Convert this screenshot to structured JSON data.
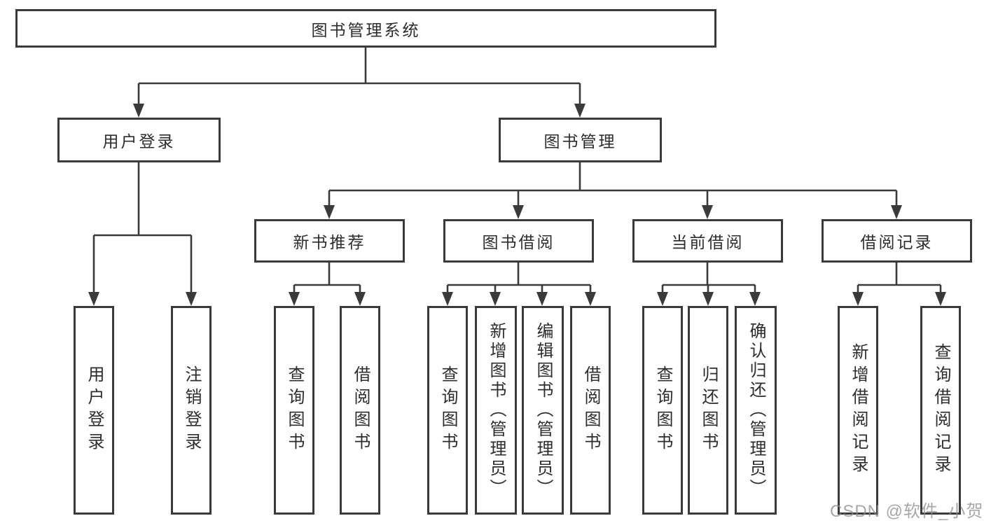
{
  "colors": {
    "line": "#3a3a3a",
    "text": "#2d2d2d",
    "watermark": "#8a8a8a"
  },
  "watermark": {
    "text": "CSDN @软件_小贺同学"
  },
  "diagram": {
    "root": {
      "label": "图书管理系统"
    },
    "branches": [
      {
        "label": "用户登录",
        "children": [
          {
            "label": "用户登录"
          },
          {
            "label": "注销登录"
          }
        ]
      },
      {
        "label": "图书管理",
        "children": [
          {
            "label": "新书推荐",
            "children": [
              {
                "label": "查询图书"
              },
              {
                "label": "借阅图书"
              }
            ]
          },
          {
            "label": "图书借阅",
            "children": [
              {
                "label": "查询图书"
              },
              {
                "label": "新增图书（管理员）"
              },
              {
                "label": "编辑图书（管理员）"
              },
              {
                "label": "借阅图书"
              }
            ]
          },
          {
            "label": "当前借阅",
            "children": [
              {
                "label": "查询图书"
              },
              {
                "label": "归还图书"
              },
              {
                "label": "确认归还（管理员）"
              }
            ]
          },
          {
            "label": "借阅记录",
            "children": [
              {
                "label": "新增借阅记录"
              },
              {
                "label": "查询借阅记录"
              }
            ]
          }
        ]
      }
    ]
  }
}
